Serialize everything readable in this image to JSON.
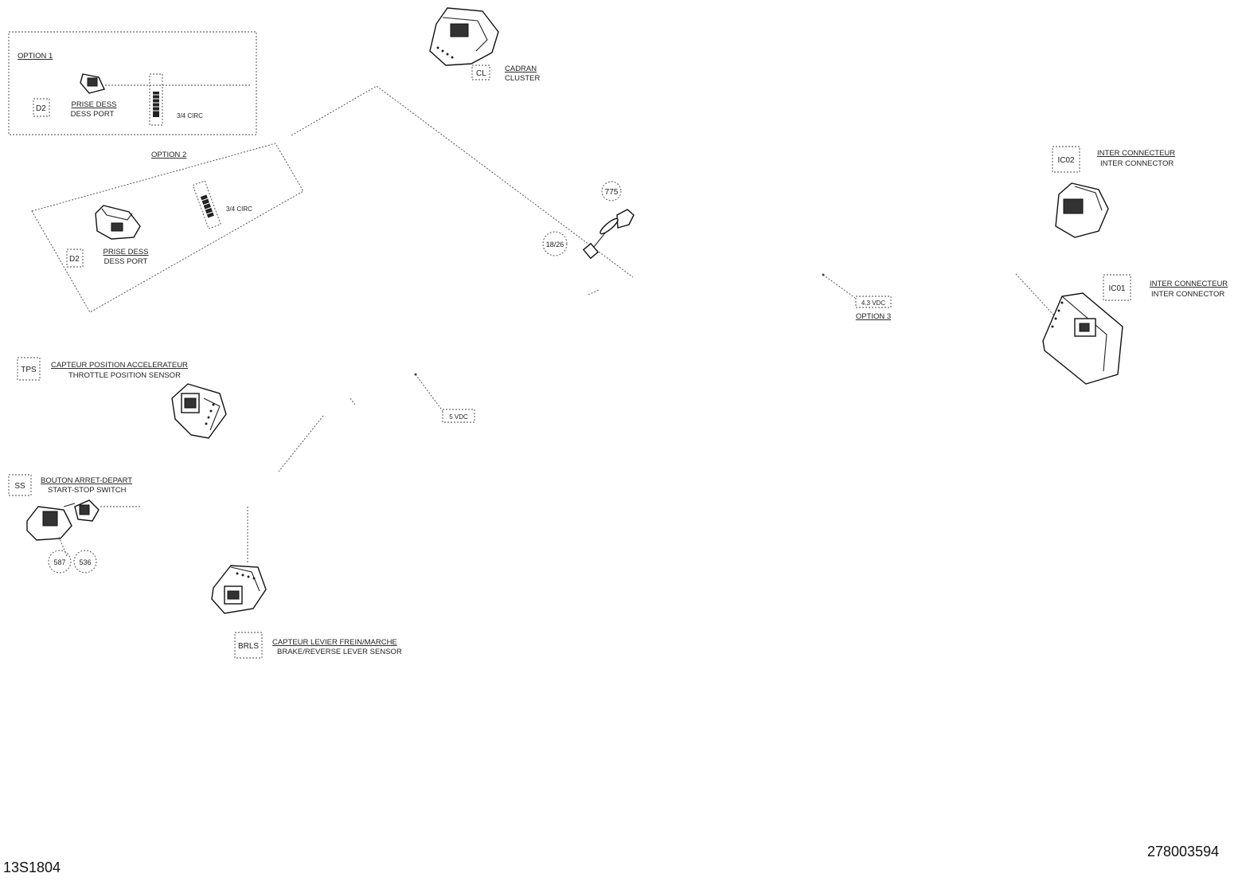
{
  "option1": {
    "title": "OPTION 1",
    "tag": "D2",
    "label_fr": "PRISE DESS",
    "label_en": "DESS PORT",
    "wire": "3/4 CIRC"
  },
  "option2": {
    "title": "OPTION 2",
    "tag": "D2",
    "label_fr": "PRISE DESS",
    "label_en": "DESS PORT",
    "wire": "3/4 CIRC"
  },
  "cluster": {
    "tag": "CL",
    "label_fr": "CADRAN",
    "label_en": "CLUSTER"
  },
  "splice": {
    "tag": "775",
    "ground": "18/26"
  },
  "inter_connector_top": {
    "tag": "IC02",
    "label_fr": "INTER CONNECTEUR",
    "label_en": "INTER CONNECTOR"
  },
  "inter_connector_right": {
    "tag": "IC01",
    "label_fr": "INTER CONNECTEUR",
    "label_en": "INTER CONNECTOR"
  },
  "option3_note": {
    "wire": "4.3 VDC",
    "title": "OPTION 3"
  },
  "voltage_note": {
    "text": "5 VDC"
  },
  "throttle_sensor": {
    "tag": "TPS",
    "label_fr": "CAPTEUR POSITION ACCELERATEUR",
    "label_en": "THROTTLE POSITION SENSOR"
  },
  "start_stop": {
    "tag": "SS",
    "label_fr": "BOUTON ARRET-DEPART",
    "label_en": "START-STOP SWITCH",
    "pin_a": "587",
    "pin_b": "536"
  },
  "brake_sensor": {
    "tag": "BRLS",
    "label_fr": "CAPTEUR LEVIER FREIN/MARCHE",
    "label_en": "BRAKE/REVERSE LEVER SENSOR"
  },
  "footer": {
    "drawing_ref": "13S1804",
    "part_number": "278003594"
  }
}
